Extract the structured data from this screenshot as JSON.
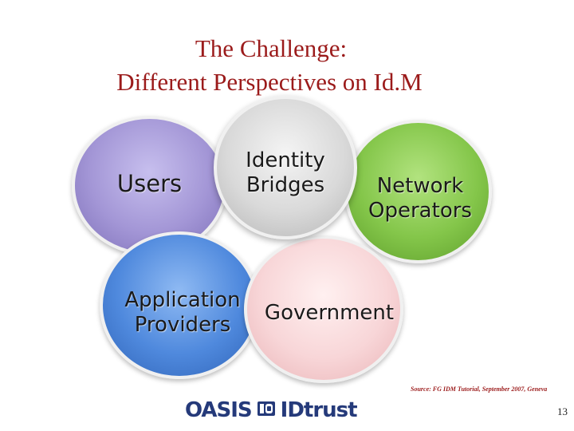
{
  "slide": {
    "title_line1": "The Challenge:",
    "title_line2": "Different Perspectives on Id.M",
    "page_number": "13"
  },
  "perspectives": [
    {
      "lines": [
        "Users"
      ],
      "color": "#9a8fd0"
    },
    {
      "lines": [
        "Identity",
        "Bridges"
      ],
      "color": "#d8d8d8"
    },
    {
      "lines": [
        "Network",
        "Operators"
      ],
      "color": "#7cc043"
    },
    {
      "lines": [
        "Application",
        "Providers"
      ],
      "color": "#4c86dd"
    },
    {
      "lines": [
        "Government"
      ],
      "color": "#f8d4d6"
    }
  ],
  "footer": {
    "source": "Source: FG IDM Tutorial, September 2007, Geneva",
    "logo_left": "OASIS",
    "logo_right": "IDtrust"
  },
  "colors": {
    "title": "#9b1b1b",
    "logo": "#253a7a"
  }
}
